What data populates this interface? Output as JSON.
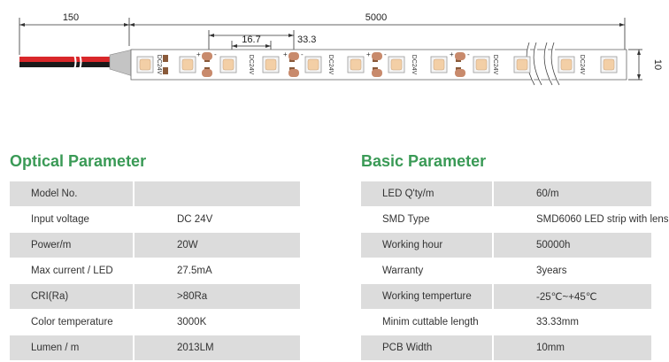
{
  "diagram": {
    "dim_wire": "150",
    "dim_total": "5000",
    "dim_segment": "33.3",
    "dim_pitch": "16.7",
    "dim_width": "10",
    "voltage_mark": "DC24V",
    "polarity_plus": "+",
    "polarity_minus": "-"
  },
  "optical": {
    "title": "Optical Parameter",
    "rows": [
      {
        "label": "Model No.",
        "value": ""
      },
      {
        "label": "Input voltage",
        "value": "DC 24V"
      },
      {
        "label": "Power/m",
        "value": "20W"
      },
      {
        "label": "Max current / LED",
        "value": "27.5mA"
      },
      {
        "label": "CRI(Ra)",
        "value": ">80Ra"
      },
      {
        "label": "Color temperature",
        "value": "3000K"
      },
      {
        "label": "Lumen / m",
        "value": "2013LM"
      }
    ]
  },
  "basic": {
    "title": "Basic Parameter",
    "rows": [
      {
        "label": "LED Q'ty/m",
        "value": "60/m"
      },
      {
        "label": "SMD Type",
        "value": "SMD6060 LED strip with lens"
      },
      {
        "label": "Working hour",
        "value": "50000h"
      },
      {
        "label": "Warranty",
        "value": "3years"
      },
      {
        "label": "Working temperture",
        "value": "-25℃~+45℃"
      },
      {
        "label": "Minim cuttable length",
        "value": "33.33mm"
      },
      {
        "label": "PCB Width",
        "value": "10mm"
      }
    ]
  }
}
